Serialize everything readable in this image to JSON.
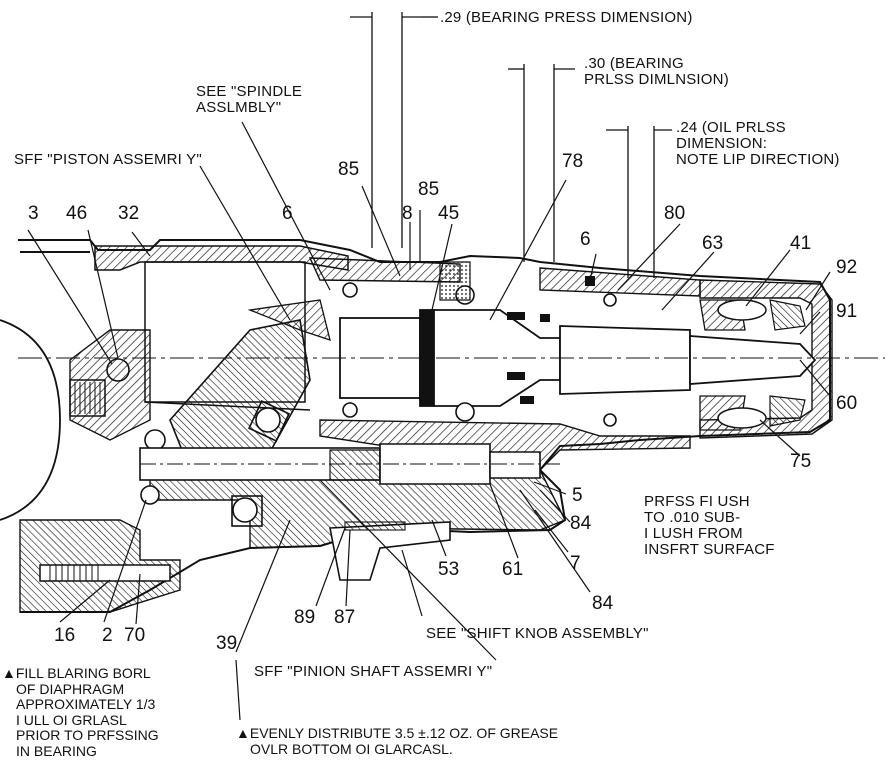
{
  "annotations": {
    "bearing_press_29": ".29 (BEARING PRESS DIMENSION)",
    "bearing_press_30_l1": ".30 (BEARING",
    "bearing_press_30_l2": "PRLSS DIMLNSION)",
    "oil_press_24_l1": ".24 (OIL PRLSS",
    "oil_press_24_l2": "DIMENSION:",
    "oil_press_24_l3": "NOTE LIP DIRECTION)",
    "see_spindle_l1": "SEE \"SPINDLE",
    "see_spindle_l2": "ASSLMBLY\"",
    "see_piston": "SFF \"PISTON ASSEMRI Y\"",
    "press_flush_l1": "PRFSS FI USH",
    "press_flush_l2": "TO .010 SUB-",
    "press_flush_l3": "I LUSH FROM",
    "press_flush_l4": "INSFRT SURFACF",
    "see_shift_knob": "SEE \"SHIFT KNOB ASSEMBLY\"",
    "see_pinion": "SFF \"PINION SHAFT ASSEMRI Y\"",
    "fill_bearing_l1": "FILL BLARING BORL",
    "fill_bearing_l2": "OF DIAPHRAGM",
    "fill_bearing_l3": "APPROXIMATELY 1/3",
    "fill_bearing_l4": "I ULL OI GRLASL",
    "fill_bearing_l5": "PRIOR TO PRFSSING",
    "fill_bearing_l6": "IN BEARING",
    "evenly_l1": "EVENLY DISTRIBUTE 3.5 ±.12 OZ. OF GREASE",
    "evenly_l2": "OVLR BOTTOM OI GLARCASL."
  },
  "part_numbers": {
    "p3": "3",
    "p46": "46",
    "p32": "32",
    "p85a": "85",
    "p6a": "6",
    "p8": "8",
    "p85b": "85",
    "p45": "45",
    "p78": "78",
    "p6b": "6",
    "p80": "80",
    "p63": "63",
    "p41": "41",
    "p92": "92",
    "p91": "91",
    "p60": "60",
    "p75": "75",
    "p5": "5",
    "p84a": "84",
    "p7": "7",
    "p84b": "84",
    "p61": "61",
    "p53": "53",
    "p89": "89",
    "p87": "87",
    "p39": "39",
    "p16": "16",
    "p2": "2",
    "p70": "70"
  },
  "symbols": {
    "note_marker": "▲"
  },
  "colors": {
    "ink": "#111111",
    "paper": "#ffffff",
    "section": "#555555"
  }
}
